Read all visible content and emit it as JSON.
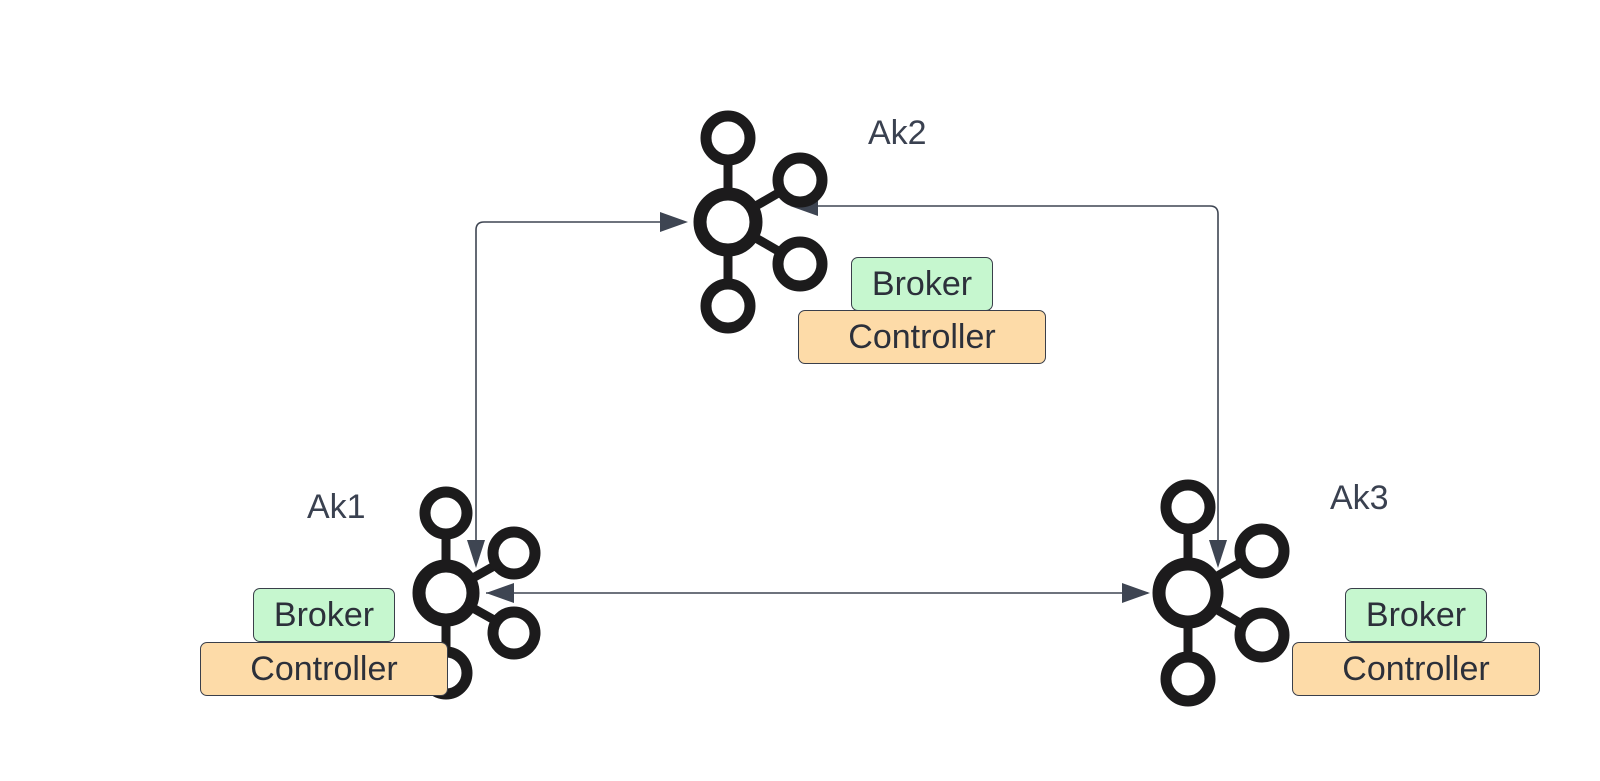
{
  "diagram": {
    "colors": {
      "node_icon": "#1c1b1c",
      "connector": "#3e4552",
      "label_text": "#3a4150",
      "broker_fill": "#c6f7cf",
      "controller_fill": "#fddba8",
      "tag_border": "#3a3f4a"
    },
    "icon": "kafka-logo-icon",
    "nodes": [
      {
        "id": "ak1",
        "label": "Ak1",
        "roles": {
          "broker": "Broker",
          "controller": "Controller"
        }
      },
      {
        "id": "ak2",
        "label": "Ak2",
        "roles": {
          "broker": "Broker",
          "controller": "Controller"
        }
      },
      {
        "id": "ak3",
        "label": "Ak3",
        "roles": {
          "broker": "Broker",
          "controller": "Controller"
        }
      }
    ],
    "connections": [
      {
        "from": "ak1",
        "to": "ak2",
        "bidirectional": true
      },
      {
        "from": "ak2",
        "to": "ak3",
        "bidirectional": true
      },
      {
        "from": "ak1",
        "to": "ak3",
        "bidirectional": true
      }
    ]
  }
}
